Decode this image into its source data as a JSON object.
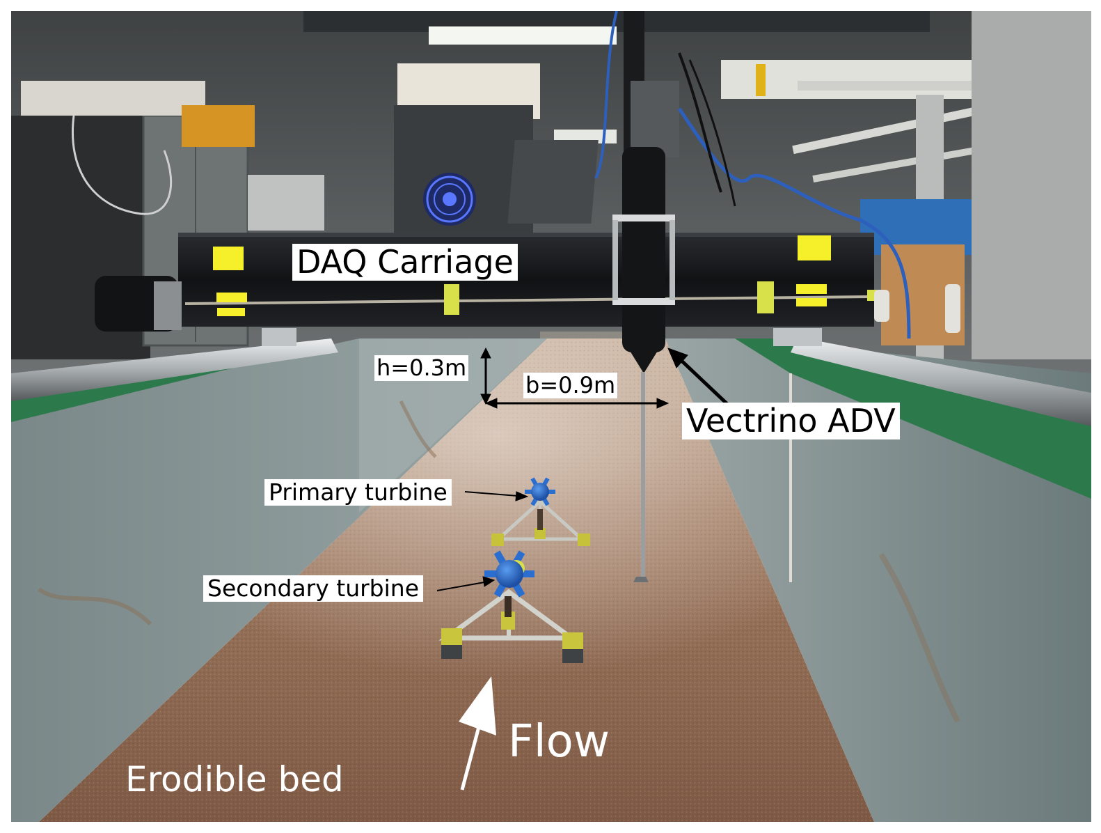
{
  "labels": {
    "daq_carriage": "DAQ Carriage",
    "vectrino_adv": "Vectrino ADV",
    "height": "h=0.3m",
    "width": "b=0.9m",
    "primary_turbine": "Primary turbine",
    "secondary_turbine": "Secondary turbine",
    "flow": "Flow",
    "erodible_bed": "Erodible bed"
  },
  "colors": {
    "carriage": "#17191c",
    "flume_wall": "#6f7f80",
    "bed": "#8a6650",
    "turbine_rotor": "#2a6fd0",
    "turbine_hub_accent": "#d8e04a",
    "rail": "#c9cdd0",
    "rail_green": "#2c7a4b",
    "ceiling": "#5b5e5f",
    "warning_label": "#f5f02a"
  },
  "icons": {
    "flow_arrow": "arrow-up-icon",
    "annotation_arrow": "arrow-icon"
  }
}
